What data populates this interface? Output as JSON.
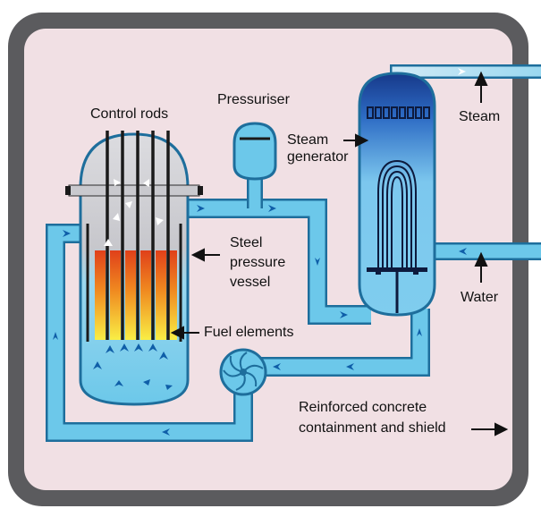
{
  "labels": {
    "control_rods": "Control rods",
    "pressuriser": "Pressuriser",
    "steam_generator_line1": "Steam",
    "steam_generator_line2": "generator",
    "steam": "Steam",
    "water": "Water",
    "steel_pressure_vessel_line1": "Steel",
    "steel_pressure_vessel_line2": "pressure",
    "steel_pressure_vessel_line3": "vessel",
    "fuel_elements": "Fuel elements",
    "containment_line1": "Reinforced concrete",
    "containment_line2": "containment and shield"
  },
  "colors": {
    "outer_frame": "#5b5b5e",
    "inner_background": "#f1e0e4",
    "coolant_water": "#6cc8ea",
    "coolant_outline": "#1e6e9c",
    "vessel_top": "#d4d4d8",
    "generator_top": "#1a3f8a",
    "fuel_hot": "#e84b1c",
    "fuel_warm": "#f7e43a",
    "control_rod": "#1a1a1a",
    "flow_arrow": "#0f5ea8"
  },
  "icons": {
    "pump": "pump-impeller-icon",
    "flow": "flow-direction-arrow-icon",
    "pointer": "pointer-arrow-icon"
  }
}
